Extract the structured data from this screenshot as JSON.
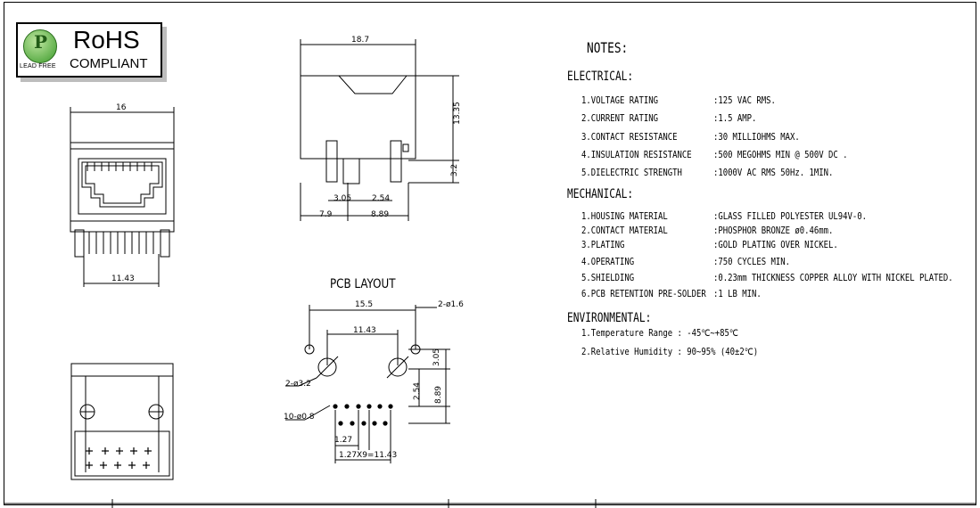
{
  "rohs": {
    "title": "RoHS",
    "subtitle": "COMPLIANT",
    "logo_text": "LEAD FREE"
  },
  "pcb_layout_title": "PCB  LAYOUT",
  "dimensions": {
    "front_width": "16",
    "front_pin_span": "11.43",
    "side_width": "18.7",
    "side_height": "13.35",
    "side_pin_len": "3.2",
    "side_3_05": "3.05",
    "side_2_54": "2.54",
    "side_7_9": "7.9",
    "side_8_89": "8.89",
    "pcb_15_5": "15.5",
    "pcb_11_43": "11.43",
    "pcb_hole_1_6": "2-ø1.6",
    "pcb_hole_3_2": "2-ø3.2",
    "pcb_hole_0_8": "10-ø0.8",
    "pcb_3_05": "3.05",
    "pcb_2_54": "2.54",
    "pcb_8_89": "8.89",
    "pcb_1_27": "1.27",
    "pcb_pitch": "1.27X9=11.43"
  },
  "notes": {
    "title": "NOTES:",
    "electrical": {
      "heading": "ELECTRICAL:",
      "items": [
        {
          "label": "1.VOLTAGE RATING",
          "value": ":125 VAC RMS."
        },
        {
          "label": "2.CURRENT RATING",
          "value": ":1.5 AMP."
        },
        {
          "label": "3.CONTACT RESISTANCE",
          "value": ":30 MILLIOHMS MAX."
        },
        {
          "label": "4.INSULATION RESISTANCE",
          "value": ":500 MEGOHMS MIN @ 500V DC ."
        },
        {
          "label": "5.DIELECTRIC STRENGTH",
          "value": ":1000V AC RMS 50Hz. 1MIN."
        }
      ]
    },
    "mechanical": {
      "heading": "MECHANICAL:",
      "items": [
        {
          "label": "1.HOUSING MATERIAL",
          "value": ":GLASS FILLED POLYESTER UL94V-0."
        },
        {
          "label": "2.CONTACT MATERIAL",
          "value": ":PHOSPHOR BRONZE ø0.46mm."
        },
        {
          "label": "3.PLATING",
          "value": ":GOLD PLATING OVER NICKEL."
        },
        {
          "label": "4.OPERATING",
          "value": ":750 CYCLES MIN."
        },
        {
          "label": "5.SHIELDING",
          "value": ":0.23mm THICKNESS COPPER ALLOY WITH NICKEL PLATED."
        },
        {
          "label": "6.PCB RETENTION PRE-SOLDER",
          "value": ":1 LB MIN."
        }
      ]
    },
    "environmental": {
      "heading": "ENVIRONMENTAL:",
      "items": [
        "1.Temperature Range : -45℃~+85℃",
        "2.Relative Humidity : 90~95% (40±2℃)"
      ]
    }
  }
}
